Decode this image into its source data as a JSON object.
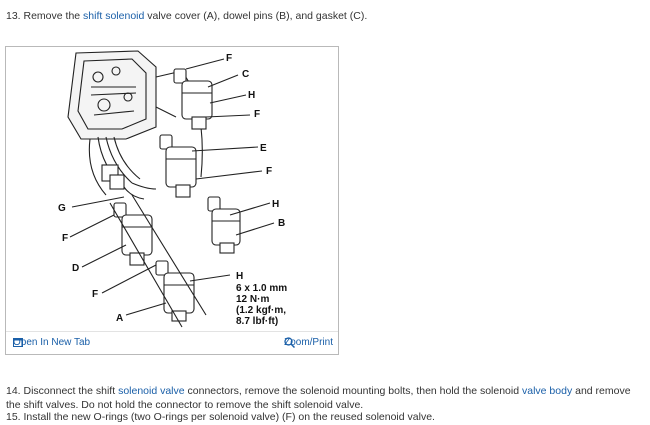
{
  "step13": {
    "prefix": "13. Remove the ",
    "link": "shift solenoid",
    "suffix": " valve cover (A), dowel pins (B), and gasket (C)."
  },
  "figure": {
    "labels": {
      "F1": "F",
      "C": "C",
      "H1": "H",
      "F2": "F",
      "E": "E",
      "F3": "F",
      "H2": "H",
      "B": "B",
      "G": "G",
      "F4": "F",
      "D": "D",
      "H3": "H",
      "F5": "F",
      "A": "A"
    },
    "spec": {
      "size": "6 x 1.0 mm",
      "torque": "12 N·m",
      "kgf": "(1.2 kgf·m,",
      "lbf": "8.7 lbf·ft)"
    },
    "open_tab": "Open In New Tab",
    "zoom": "Zoom/Print"
  },
  "step14": {
    "t1": "14. Disconnect the shift ",
    "link1": "solenoid valve",
    "t2": " connectors, remove the solenoid mounting bolts, then hold the solenoid ",
    "link2": "valve body",
    "t3": " and remove the shift valves. Do not hold the connector to remove the shift solenoid valve."
  },
  "step15": {
    "text": "15. Install the new O-rings (two O-rings per solenoid valve) (F) on the reused solenoid valve."
  },
  "colors": {
    "link": "#1a5fa8",
    "border": "#b9b9b9"
  }
}
